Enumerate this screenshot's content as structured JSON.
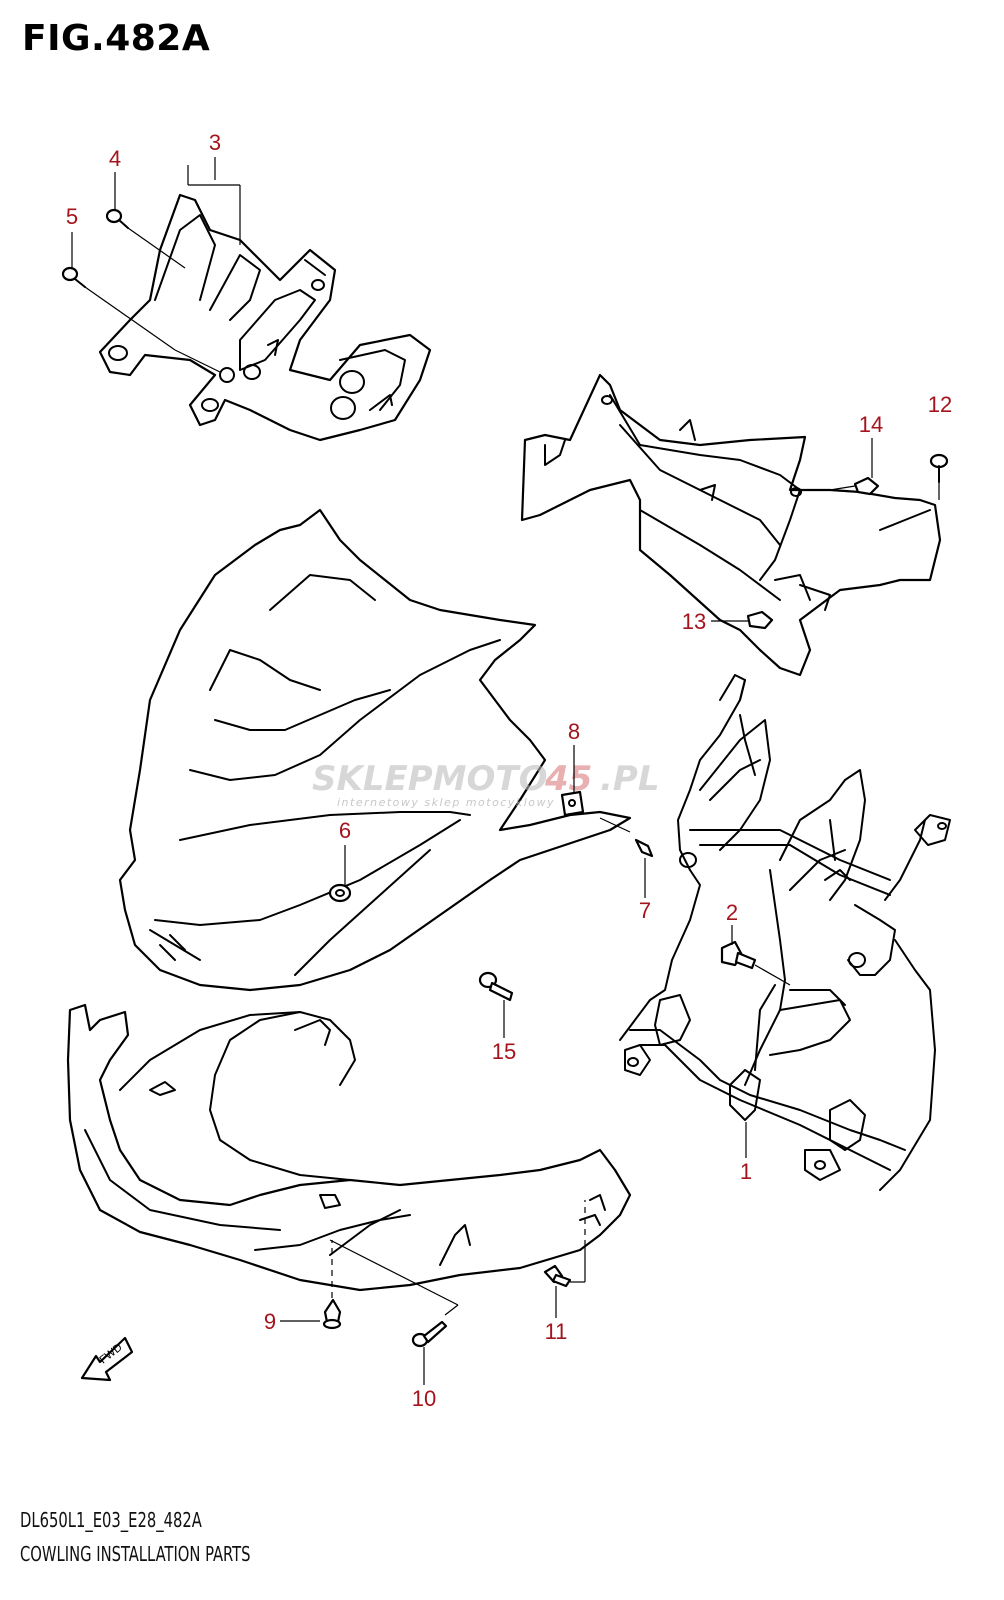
{
  "figure": {
    "title": "FIG.482A",
    "model_code": "DL650L1_E03_E28_482A",
    "name": "COWLING INSTALLATION PARTS"
  },
  "watermark": {
    "brand_a": "SKLEPMOTO",
    "brand_b": "45",
    "brand_c": ".PL",
    "tagline": "internetowy sklep motocyklowy"
  },
  "fwd_label": "FWD",
  "callout_color": "#a3141c",
  "callouts": [
    {
      "id": "1",
      "label": "1"
    },
    {
      "id": "2",
      "label": "2"
    },
    {
      "id": "3",
      "label": "3"
    },
    {
      "id": "4",
      "label": "4"
    },
    {
      "id": "5",
      "label": "5"
    },
    {
      "id": "6",
      "label": "6"
    },
    {
      "id": "7",
      "label": "7"
    },
    {
      "id": "8",
      "label": "8"
    },
    {
      "id": "9",
      "label": "9"
    },
    {
      "id": "10",
      "label": "10"
    },
    {
      "id": "11",
      "label": "11"
    },
    {
      "id": "12",
      "label": "12"
    },
    {
      "id": "13",
      "label": "13"
    },
    {
      "id": "14",
      "label": "14"
    },
    {
      "id": "15",
      "label": "15"
    }
  ]
}
